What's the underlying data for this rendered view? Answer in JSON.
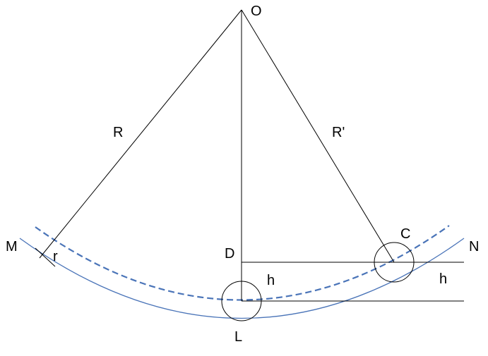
{
  "labels": {
    "O": "O",
    "R": "R",
    "R_prime": "R'",
    "M": "M",
    "r": "r",
    "D": "D",
    "C": "C",
    "N": "N",
    "h_left": "h",
    "h_right": "h",
    "L": "L"
  },
  "colors": {
    "line": "#000000",
    "track": "#4a74b8",
    "path": "#4a74b8",
    "background": "#ffffff"
  }
}
